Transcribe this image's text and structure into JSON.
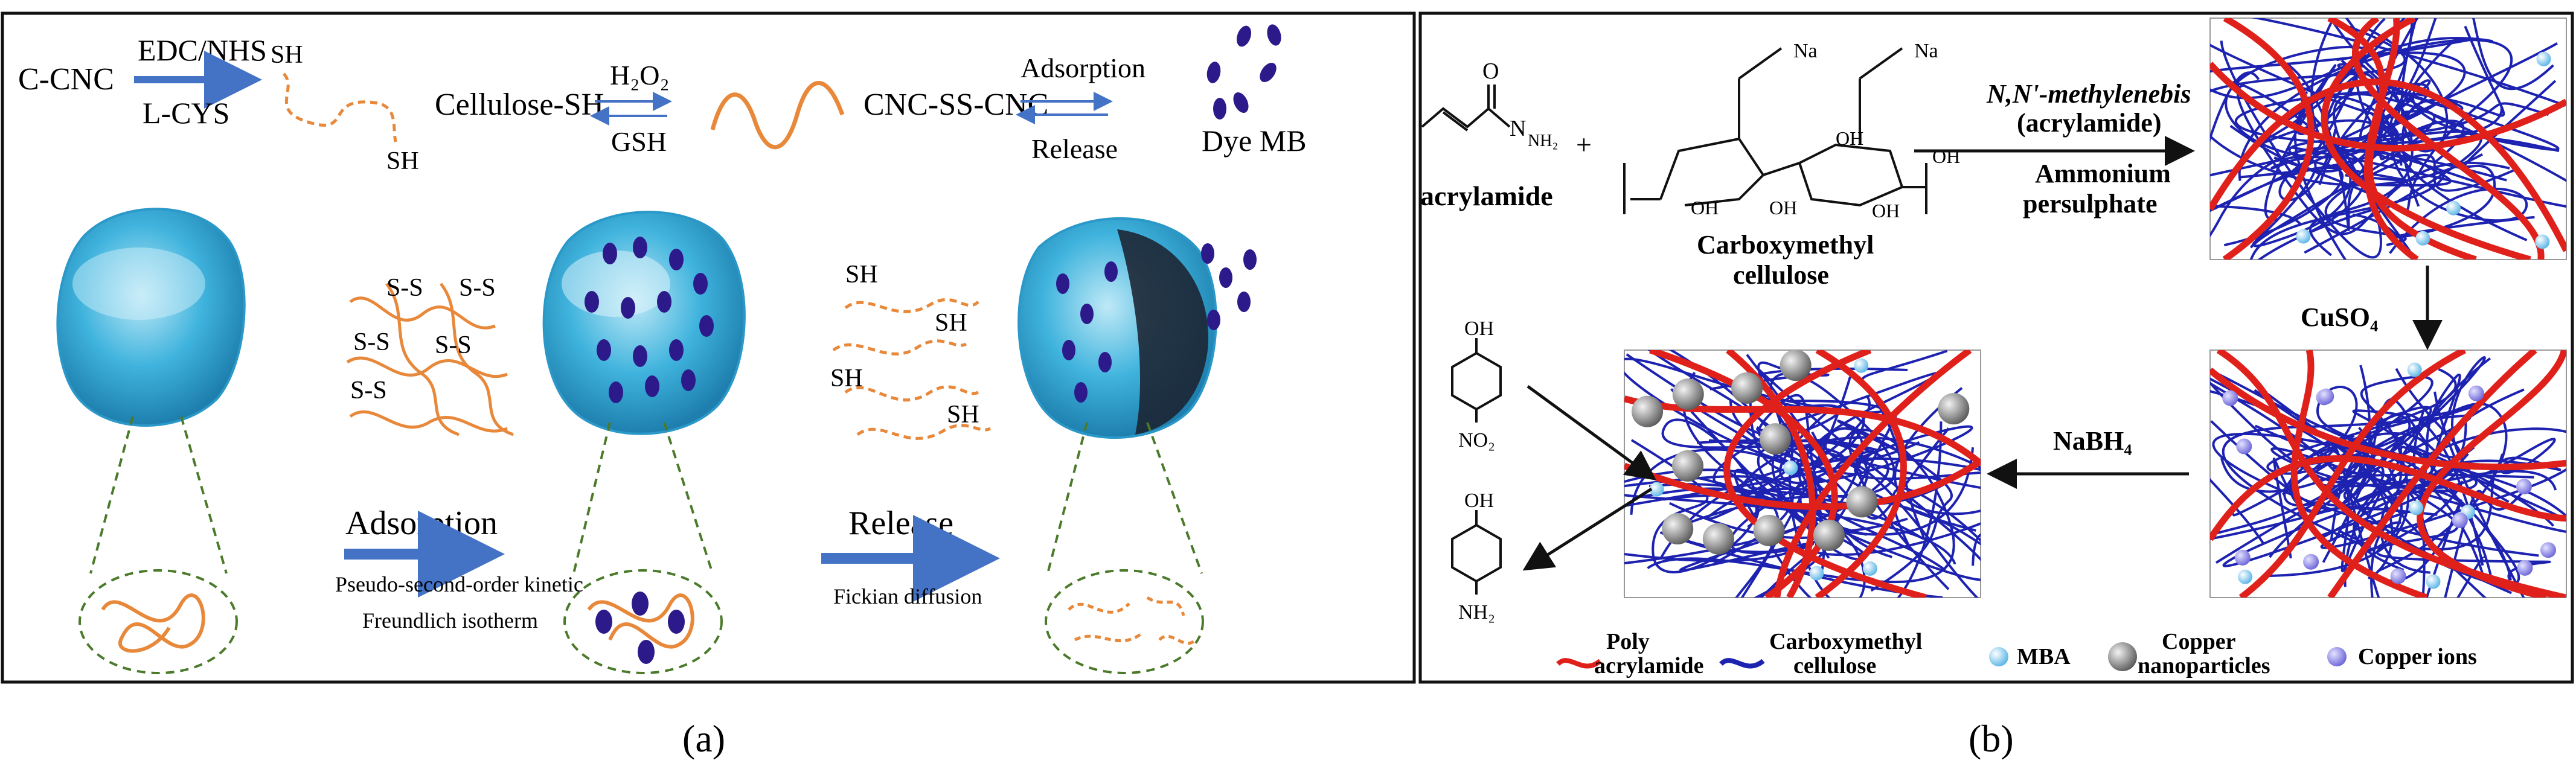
{
  "panel_a": {
    "caption": "(a)",
    "top_row": {
      "start": "C-CNC",
      "step1_top": "EDC/NHS",
      "step1_bottom": "L-CYS",
      "sh_top": "SH",
      "sh_bottom": "SH",
      "cellulose_sh": "Cellulose-SH",
      "step2_top": "H₂O₂",
      "step2_bottom": "GSH",
      "cnc_ss_cnc": "CNC-SS-CNC",
      "step3_top": "Adsorption",
      "step3_bottom": "Release",
      "dye": "Dye MB"
    },
    "ss_labels": [
      "S-S",
      "S-S",
      "S-S",
      "S-S",
      "S-S"
    ],
    "sh_labels": [
      "SH",
      "SH",
      "SH",
      "SH"
    ],
    "bottom_row": {
      "adsorption": "Adsorption",
      "kinetic": "Pseudo-second-order kinetic",
      "isotherm": "Freundlich isotherm",
      "release": "Release",
      "diffusion": "Fickian diffusion"
    },
    "colors": {
      "fiber": "#e8883a",
      "sphere": "#3fb3dd",
      "dye": "#2c1a8a",
      "arrow": "#4472c4",
      "dashed": "#4a7a2a"
    }
  },
  "panel_b": {
    "caption": "(b)",
    "acrylamide": "acrylamide",
    "plus": "+",
    "nh2": "NH₂",
    "cmc": {
      "na1": "Na",
      "na2": "Na",
      "oh": [
        "OH",
        "OH",
        "OH",
        "OH",
        "OH"
      ],
      "label_line1": "Carboxymethyl",
      "label_line2": "cellulose"
    },
    "crosslinker_line1": "N,N'-methylenebis",
    "crosslinker_line2": "(acrylamide)",
    "initiator_line1": "Ammonium",
    "initiator_line2": "persulphate",
    "cuso4": "CuSO₄",
    "nabh4": "NaBH₄",
    "nitrophenol": {
      "oh": "OH",
      "no2": "NO₂"
    },
    "aminophenol": {
      "oh": "OH",
      "nh2": "NH₂"
    },
    "legend": {
      "poly_line1": "Poly",
      "poly_line2": "acrylamide",
      "cmc_line1": "Carboxymethyl",
      "cmc_line2": "cellulose",
      "mba": "MBA",
      "cu_np_line1": "Copper",
      "cu_np_line2": "nanoparticles",
      "cu_ions": "Copper ions"
    },
    "colors": {
      "paa": "#e0201b",
      "cmc": "#1d22b0",
      "mba": "#9ad4f0",
      "cu_np": "#8a8a8a",
      "cu_ion": "#8a86e6"
    }
  }
}
